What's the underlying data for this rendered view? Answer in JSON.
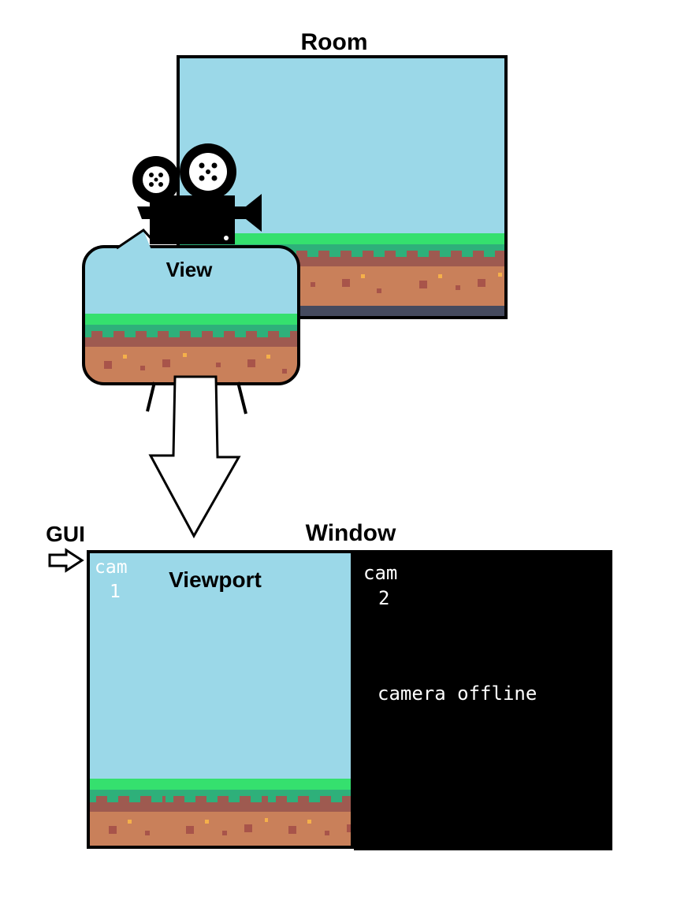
{
  "labels": {
    "room": "Room",
    "view": "View",
    "gui": "GUI",
    "window": "Window",
    "viewport": "Viewport"
  },
  "cam1": {
    "line1": "cam",
    "line2": "1"
  },
  "cam2": {
    "line1": "cam",
    "line2": "2",
    "status": "camera offline"
  },
  "icons": {
    "camera": "film-camera-icon",
    "gui_arrow": "arrow-right-icon",
    "projection_arrow": "arrow-down-icon"
  },
  "colors": {
    "sky": "#9bd8e8",
    "grass_top": "#35e06e",
    "grass": "#2eb07a",
    "dirt_edge": "#9e5a50",
    "dirt": "#c9805a",
    "pebble": "#a8544a",
    "spark": "#f5b04a",
    "bedrock": "#454a5e",
    "window_bg": "#000000"
  }
}
